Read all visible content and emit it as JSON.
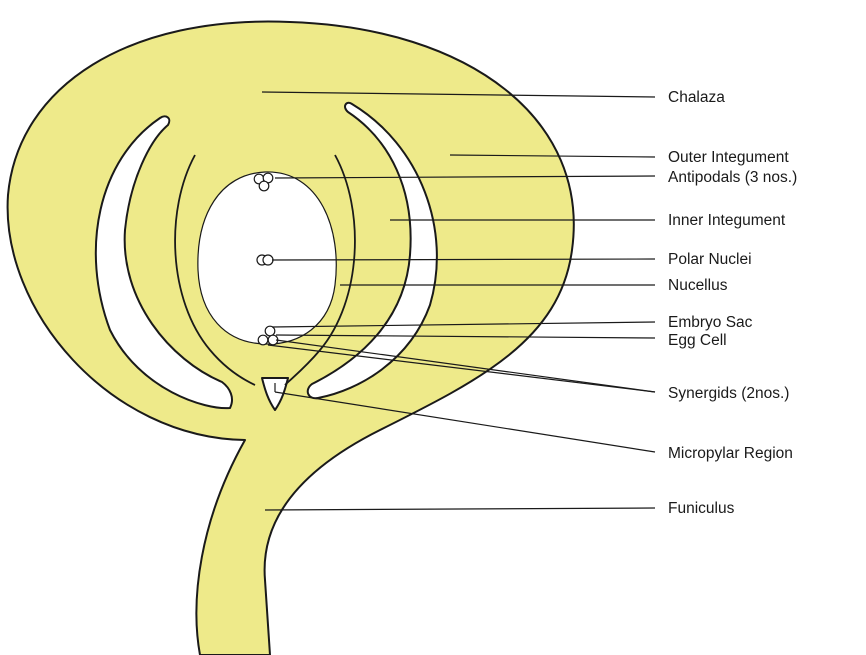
{
  "colors": {
    "tissue": "#EEEA8A",
    "outline": "#1A1A1A",
    "background": "#FFFFFF"
  },
  "labels": {
    "chalaza": "Chalaza",
    "outer_integument": "Outer Integument",
    "antipodals": "Antipodals (3 nos.)",
    "inner_integument": "Inner Integument",
    "polar_nuclei": "Polar Nuclei",
    "nucellus": "Nucellus",
    "embryo_sac": "Embryo Sac",
    "egg_cell": "Egg Cell",
    "synergids": "Synergids (2nos.)",
    "micropylar_region": "Micropylar Region",
    "funiculus": "Funiculus"
  }
}
